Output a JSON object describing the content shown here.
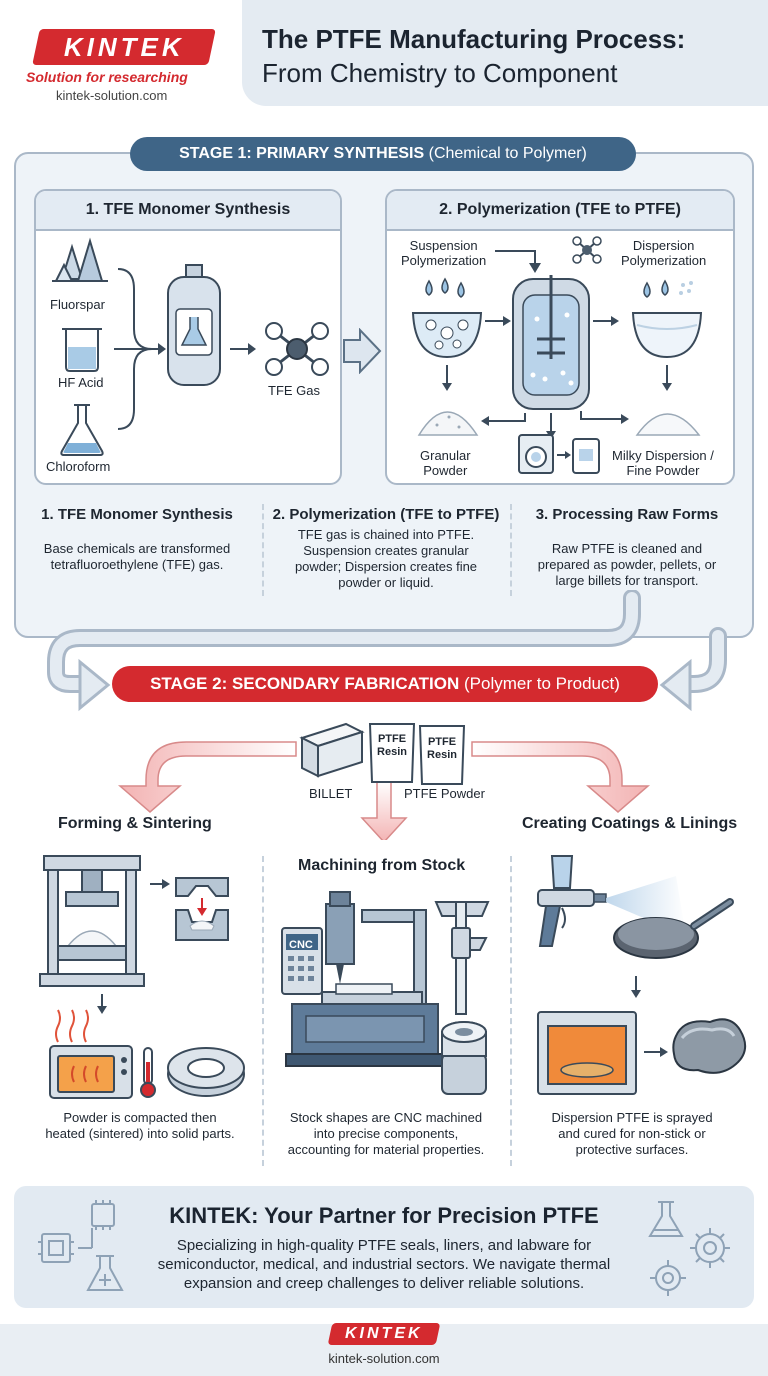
{
  "brand": {
    "logo_text": "KINTEK",
    "tagline": "Solution for researching",
    "url": "kintek-solution.com",
    "red": "#d42a2f"
  },
  "header": {
    "title_line1": "The PTFE Manufacturing Process:",
    "title_line2": "From Chemistry to Component"
  },
  "stage1": {
    "badge_main": "STAGE 1: PRIMARY SYNTHESIS",
    "badge_sub": "(Chemical to Polymer)",
    "badge_color": "#3f6587",
    "card1": {
      "title": "1. TFE Monomer Synthesis",
      "inputs": [
        "Fluorspar",
        "HF Acid",
        "Chloroform"
      ],
      "output": "TFE Gas"
    },
    "card2": {
      "title": "2. Polymerization (TFE to PTFE)",
      "left_method": "Suspension\nPolymerization",
      "right_method": "Dispersion\nPolymerization",
      "left_output": "Granular\nPowder",
      "right_output": "Milky Dispersion /\nFine Powder"
    },
    "steps": [
      {
        "title": "1. TFE Monomer Synthesis",
        "text": "Base chemicals are transformed\ntetrafluoroethylene (TFE) gas."
      },
      {
        "title": "2. Polymerization (TFE to PTFE)",
        "text": "TFE gas is chained into PTFE.\nSuspension creates granular\npowder; Dispersion creates fine\npowder or liquid."
      },
      {
        "title": "3. Processing Raw Forms",
        "text": "Raw PTFE is cleaned and\nprepared as powder, pellets, or\nlarge billets for transport."
      }
    ]
  },
  "stage2": {
    "badge_main": "STAGE 2: SECONDARY FABRICATION",
    "badge_sub": "(Polymer to Product)",
    "badge_color": "#d42a2f",
    "billet_label": "BILLET",
    "bag_label": "PTFE\nResin",
    "powder_label": "PTFE Powder",
    "columns": [
      {
        "title": "Forming & Sintering",
        "text": "Powder is compacted then\nheated (sintered) into solid parts."
      },
      {
        "title": "Machining from Stock",
        "cnc_label": "CNC",
        "text": "Stock shapes are CNC machined\ninto precise components,\naccounting for material properties."
      },
      {
        "title": "Creating Coatings & Linings",
        "text": "Dispersion PTFE is sprayed\nand cured for non-stick or\nprotective surfaces."
      }
    ]
  },
  "footer_box": {
    "title": "KINTEK: Your Partner for Precision PTFE",
    "text": "Specializing in high-quality PTFE seals, liners, and labware for\nsemiconductor, medical, and industrial sectors. We navigate thermal\nexpansion and creep challenges to deliver reliable solutions."
  },
  "footer": {
    "logo_text": "KINTEK",
    "url": "kintek-solution.com"
  }
}
